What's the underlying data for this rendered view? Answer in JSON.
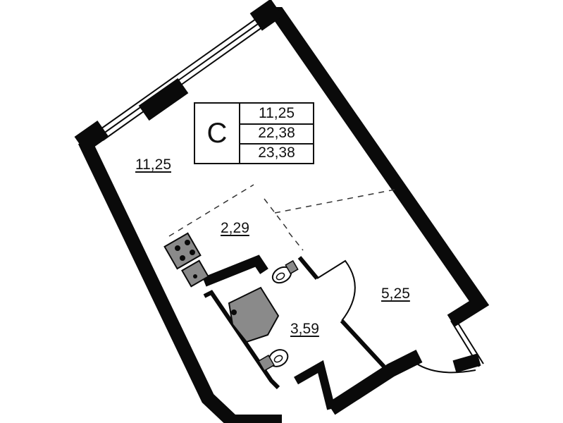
{
  "legend": {
    "type_letter": "С",
    "living_area": "11,25",
    "total_area": "22,38",
    "total_area_with_balcony": "23,38"
  },
  "rooms": {
    "living_room": "11,25",
    "kitchen": "2,29",
    "bathroom": "3,59",
    "hallway": "5,25"
  },
  "colors": {
    "wall": "#0a0a0a",
    "fixture": "#8a8a8a",
    "background": "#ffffff"
  }
}
